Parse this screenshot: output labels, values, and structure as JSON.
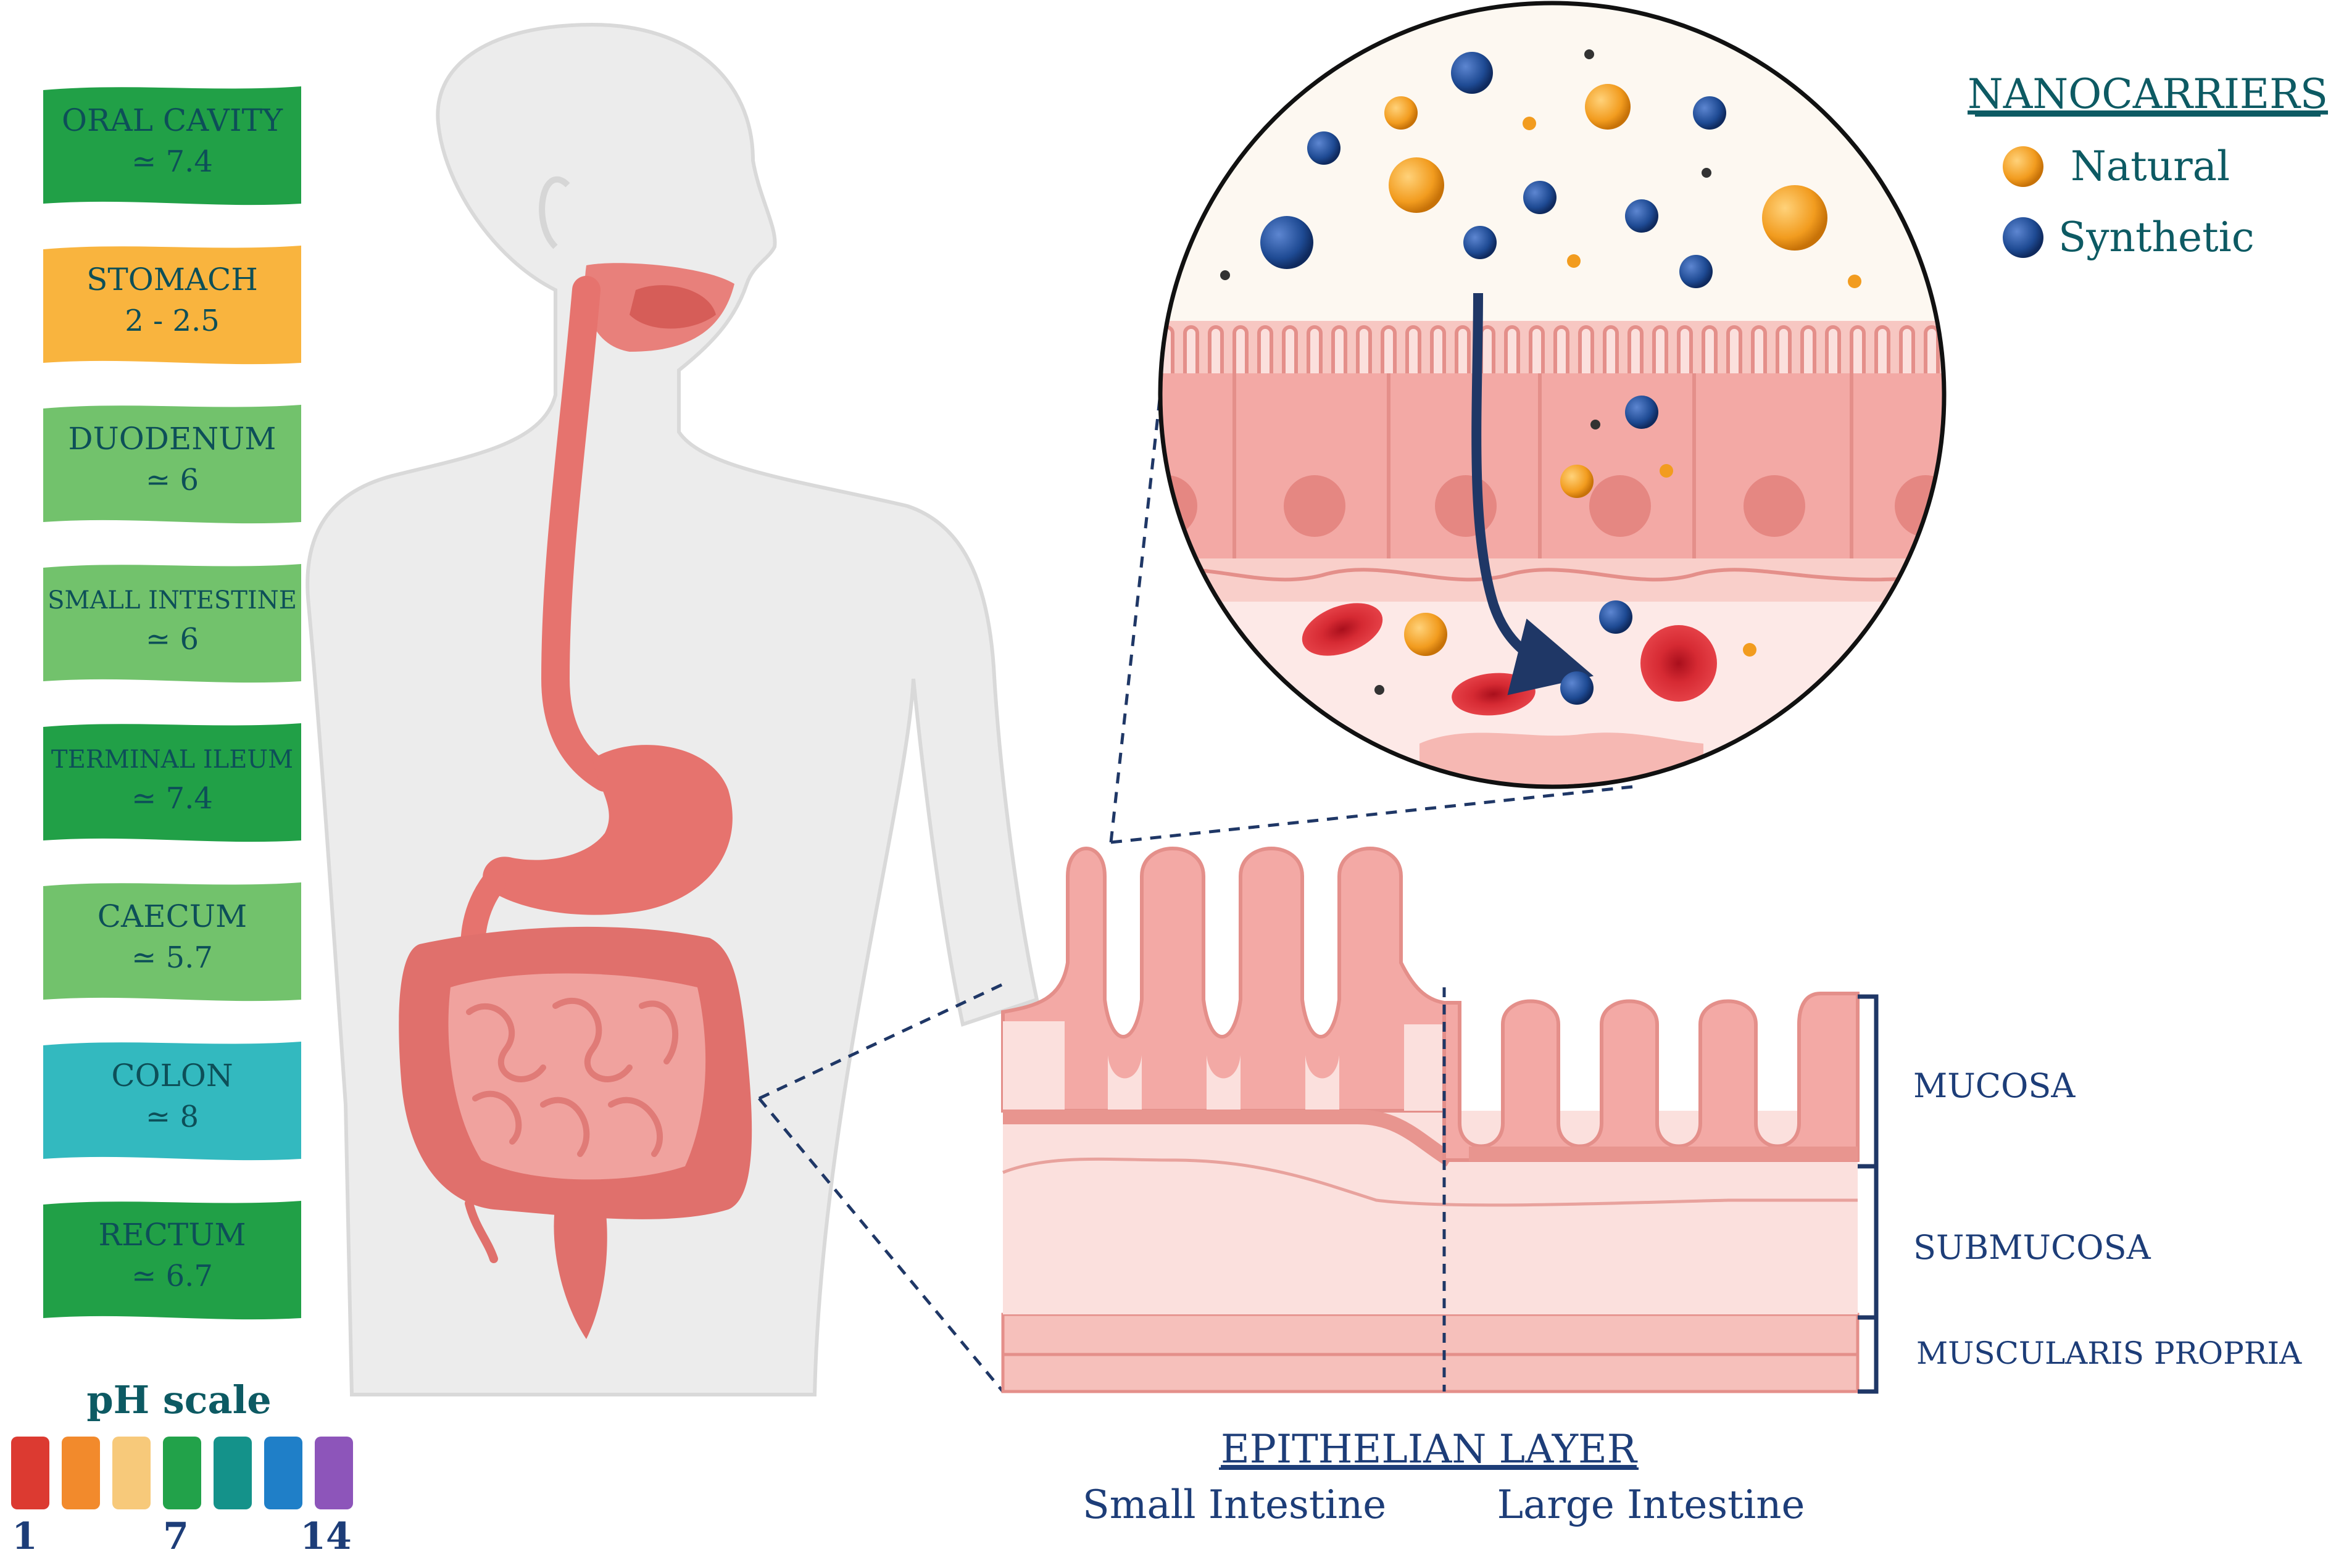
{
  "ph_regions": [
    {
      "name": "ORAL CAVITY",
      "value": "≃ 7.4",
      "color": "#21a047"
    },
    {
      "name": "STOMACH",
      "value": "2 - 2.5",
      "color": "#f9b43e"
    },
    {
      "name": "DUODENUM",
      "value": "≃ 6",
      "color": "#72c26c"
    },
    {
      "name": "SMALL INTESTINE",
      "value": "≃ 6",
      "color": "#72c26c"
    },
    {
      "name": "TERMINAL ILEUM",
      "value": "≃ 7.4",
      "color": "#21a047"
    },
    {
      "name": "CAECUM",
      "value": "≃ 5.7",
      "color": "#72c26c"
    },
    {
      "name": "COLON",
      "value": "≃ 8",
      "color": "#33b9bf"
    },
    {
      "name": "RECTUM",
      "value": "≃ 6.7",
      "color": "#21a047"
    }
  ],
  "ph_scale": {
    "title": "pH scale",
    "colors": [
      "#dc3a31",
      "#f28a2c",
      "#f7c97a",
      "#22a24a",
      "#14928a",
      "#1f7fc8",
      "#8d55ba"
    ],
    "ticks": [
      "1",
      "7",
      "14"
    ]
  },
  "legend": {
    "title": "NANOCARRIERS",
    "items": [
      {
        "label": "Natural",
        "color": "#f29c1f"
      },
      {
        "label": "Synthetic",
        "color": "#1e4a93"
      }
    ]
  },
  "layers": [
    "MUCOSA",
    "SUBMUCOSA",
    "MUSCULARIS PROPRIA"
  ],
  "epithelial": {
    "title": "EPITHELIAN LAYER",
    "left": "Small Intestine",
    "right": "Large Intestine"
  },
  "colors": {
    "text_dark": "#1d3d78",
    "text_teal": "#0d5a63",
    "tissue": "#f3a9a5",
    "tissue_light": "#fbe0dd",
    "gut": "#e6736e"
  }
}
